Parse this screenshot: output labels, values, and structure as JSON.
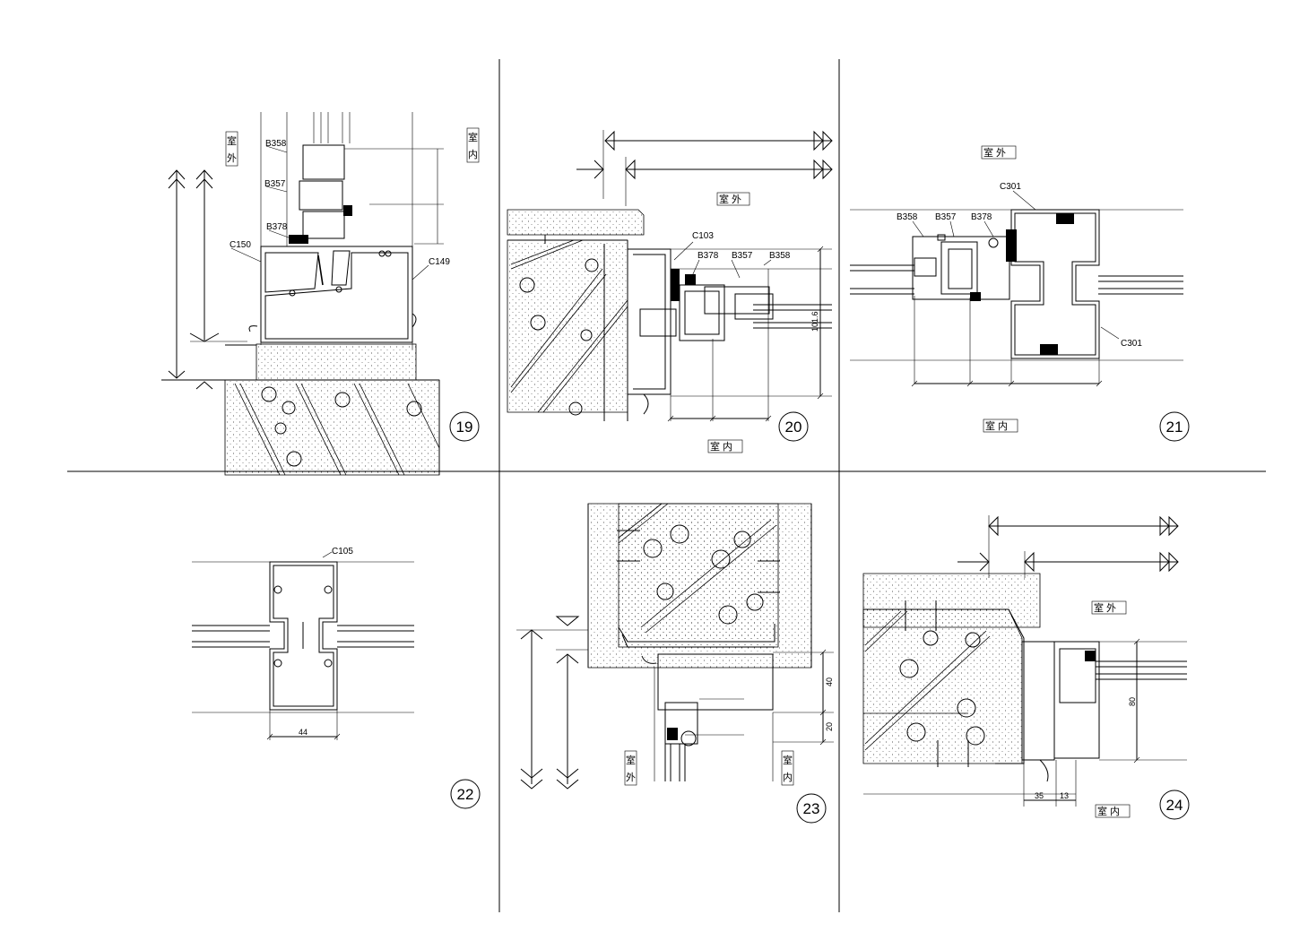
{
  "title": "",
  "labels": {
    "exterior": "室 外",
    "interior": "室 内",
    "ext_v1": "室",
    "ext_v2": "外",
    "int_v1": "室",
    "int_v2": "内"
  },
  "details": [
    {
      "number": "19",
      "parts": [
        "B358",
        "B357",
        "B378",
        "C150",
        "C149"
      ]
    },
    {
      "number": "20",
      "parts": [
        "C103",
        "B378",
        "B357",
        "B358"
      ],
      "dims": [
        "101.6"
      ]
    },
    {
      "number": "21",
      "parts": [
        "C301",
        "B358",
        "B357",
        "B378",
        "C301"
      ]
    },
    {
      "number": "22",
      "parts": [
        "C105"
      ],
      "dims": [
        "44"
      ]
    },
    {
      "number": "23",
      "parts": [],
      "dims": [
        "40",
        "20"
      ]
    },
    {
      "number": "24",
      "parts": [],
      "dims": [
        "80",
        "35",
        "13"
      ]
    }
  ],
  "colors": {
    "line": "#000000",
    "paper": "#ffffff"
  }
}
